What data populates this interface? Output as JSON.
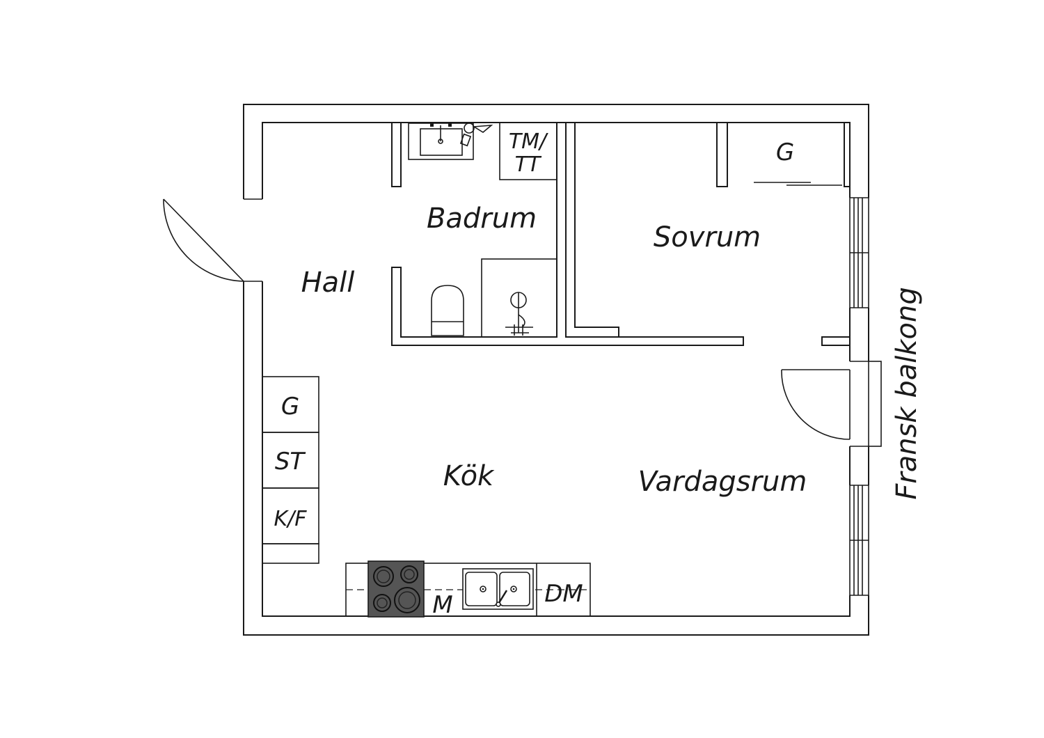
{
  "rooms": {
    "hall": "Hall",
    "badrum": "Badrum",
    "sovrum": "Sovrum",
    "kok": "Kök",
    "vardagsrum": "Vardagsrum"
  },
  "fixtures": {
    "tm_tt_line1": "TM/",
    "tm_tt_line2": "TT",
    "closet_bedroom": "G",
    "closet_kitchen": "G",
    "st": "ST",
    "kf": "K/F",
    "m": "M",
    "dm": "DM"
  },
  "balcony": "Fransk balkong",
  "colors": {
    "line": "#1a1a1a",
    "stove": "#555555",
    "background": "#ffffff"
  }
}
